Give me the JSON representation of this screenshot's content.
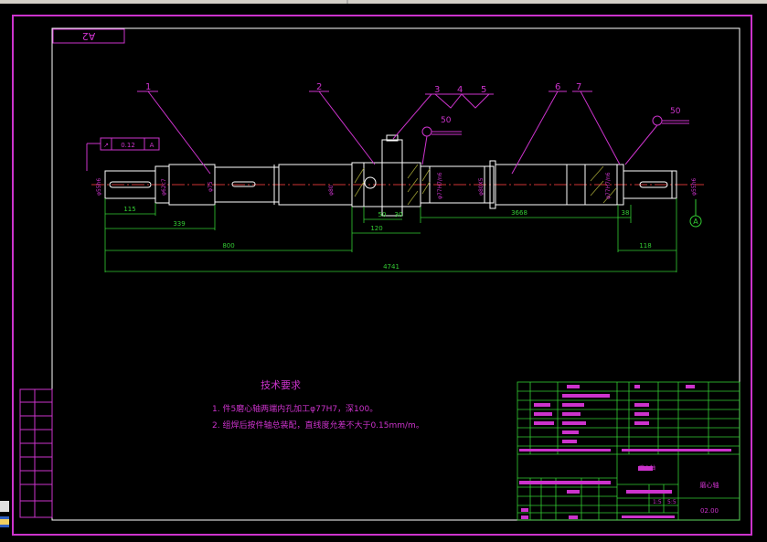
{
  "sheet": {
    "format_label": "A2"
  },
  "balloons": [
    "1",
    "2",
    "3",
    "4",
    "5",
    "6",
    "7"
  ],
  "surface_roughness": [
    "50",
    "50"
  ],
  "tolerance_frame": {
    "symbol": "↗",
    "value": "0.12",
    "datum": "A"
  },
  "datum_flag": "A",
  "diameters": {
    "left_end": "φ55h6",
    "left_step": "φ62c7",
    "journal_1": "φ75",
    "journal_2": "φ80",
    "center_sleeve": "φ77H7/n6",
    "center_body": "φ80X5",
    "right_sleeve": "φ77H7/n6",
    "right_end": "φ55h6"
  },
  "dimensions": {
    "d115": "115",
    "d339": "339",
    "d800": "800",
    "d50": "50",
    "d30": "30",
    "d120": "120",
    "d3668": "3668",
    "d38": "38",
    "d118": "118",
    "d4741": "4741"
  },
  "notes": {
    "title": "技术要求",
    "line1": "1. 件5磨心轴两端内孔加工φ77H7，深100。",
    "line2": "2. 组焊后按件轴总装配，直线度允差不大于0.15mm/m。"
  },
  "title_block": {
    "drawing_number": "02.00",
    "scale_a": "1:5",
    "scale_b": "5:5",
    "part_name": "磨心轴",
    "unit": "磨心轴"
  },
  "colors": {
    "background": "#000000",
    "frame": "#ffffff",
    "border": "#cc33cc",
    "geometry": "#ffffff",
    "dimension": "#33cc33",
    "centerline": "#cc3333",
    "leader": "#cc33cc",
    "text": "#cc33cc",
    "hatch": "#999933"
  }
}
